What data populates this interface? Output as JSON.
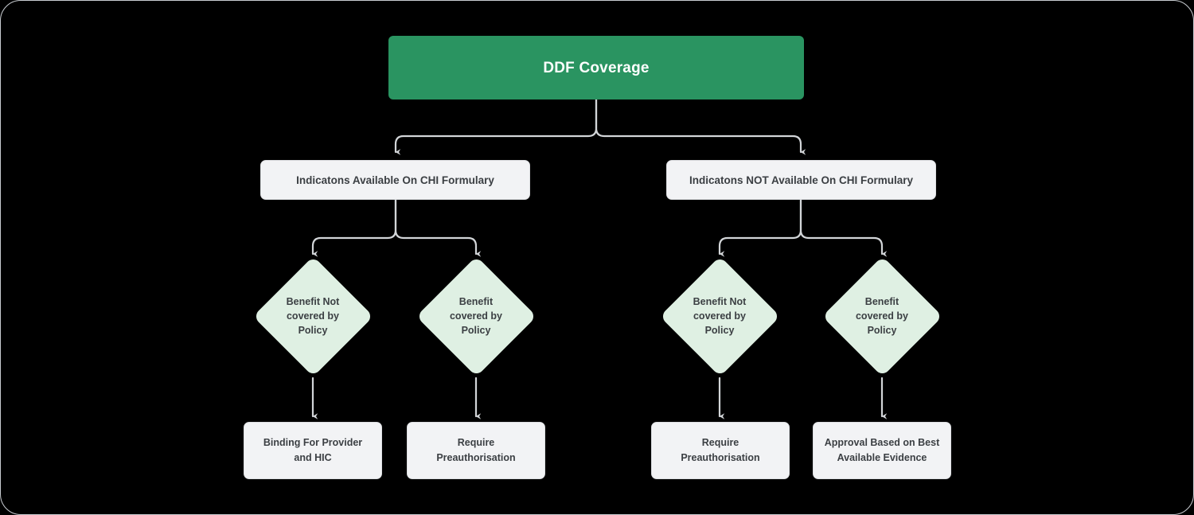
{
  "diagram": {
    "type": "flowchart",
    "title_node": "DDF Coverage",
    "background_color": "#000000",
    "root_color": "#2a9461",
    "box_color": "#f2f3f5",
    "diamond_color": "#dff0e3",
    "edge_color": "#d2d5d8"
  },
  "nodes": {
    "root": {
      "label": "DDF Coverage"
    },
    "level2": [
      {
        "label": "Indicatons Available On CHI Formulary"
      },
      {
        "label": "Indicatons NOT Available On CHI Formulary"
      }
    ],
    "level3": [
      {
        "label": "Benefit Not\ncovered by\nPolicy"
      },
      {
        "label": "Benefit\ncovered by\nPolicy"
      },
      {
        "label": "Benefit Not\ncovered by\nPolicy"
      },
      {
        "label": "Benefit\ncovered by\nPolicy"
      }
    ],
    "level4": [
      {
        "label": "Binding For Provider and HIC"
      },
      {
        "label": "Require Preauthorisation"
      },
      {
        "label": "Require Preauthorisation"
      },
      {
        "label": "Approval Based on Best\nAvailable Evidence"
      }
    ]
  }
}
